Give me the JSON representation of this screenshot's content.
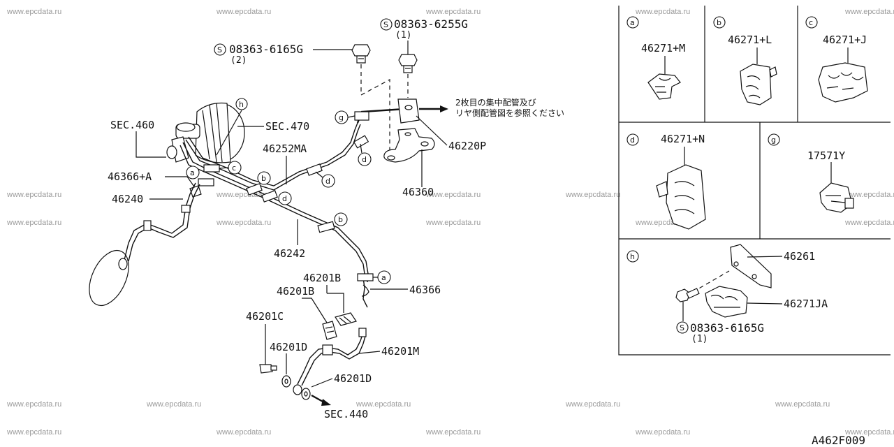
{
  "watermark": "www.epcdata.ru",
  "diagram_code": "A462F009",
  "screws": {
    "top": {
      "symbol": "S",
      "part": "08363-6255G",
      "qty": "(1)"
    },
    "left": {
      "symbol": "S",
      "part": "08363-6165G",
      "qty": "(2)"
    }
  },
  "refs": {
    "sec460": "SEC.460",
    "sec470": "SEC.470",
    "sec440": "SEC.440"
  },
  "note": {
    "line1": "2枚目の集中配管及び",
    "line2": "リヤ側配管図を参照ください"
  },
  "parts": {
    "p46252MA": "46252MA",
    "p46366A": "46366+A",
    "p46240": "46240",
    "p46220P": "46220P",
    "p46360": "46360",
    "p46242": "46242",
    "p46366": "46366",
    "p46201B_1": "46201B",
    "p46201B_2": "46201B",
    "p46201C": "46201C",
    "p46201D_1": "46201D",
    "p46201D_2": "46201D",
    "p46201M": "46201M"
  },
  "callouts": {
    "a": "a",
    "b": "b",
    "c": "c",
    "d": "d",
    "g": "g",
    "h": "h"
  },
  "details": {
    "a": {
      "letter": "a",
      "part": "46271+M"
    },
    "b": {
      "letter": "b",
      "part": "46271+L"
    },
    "c": {
      "letter": "c",
      "part": "46271+J"
    },
    "d": {
      "letter": "d",
      "part": "46271+N"
    },
    "g": {
      "letter": "g",
      "part": "17571Y"
    },
    "h": {
      "letter": "h",
      "part_bracket": "46261",
      "part_clip": "46271JA",
      "screw_symbol": "S",
      "screw_part": "08363-6165G",
      "screw_qty": "(1)"
    }
  }
}
